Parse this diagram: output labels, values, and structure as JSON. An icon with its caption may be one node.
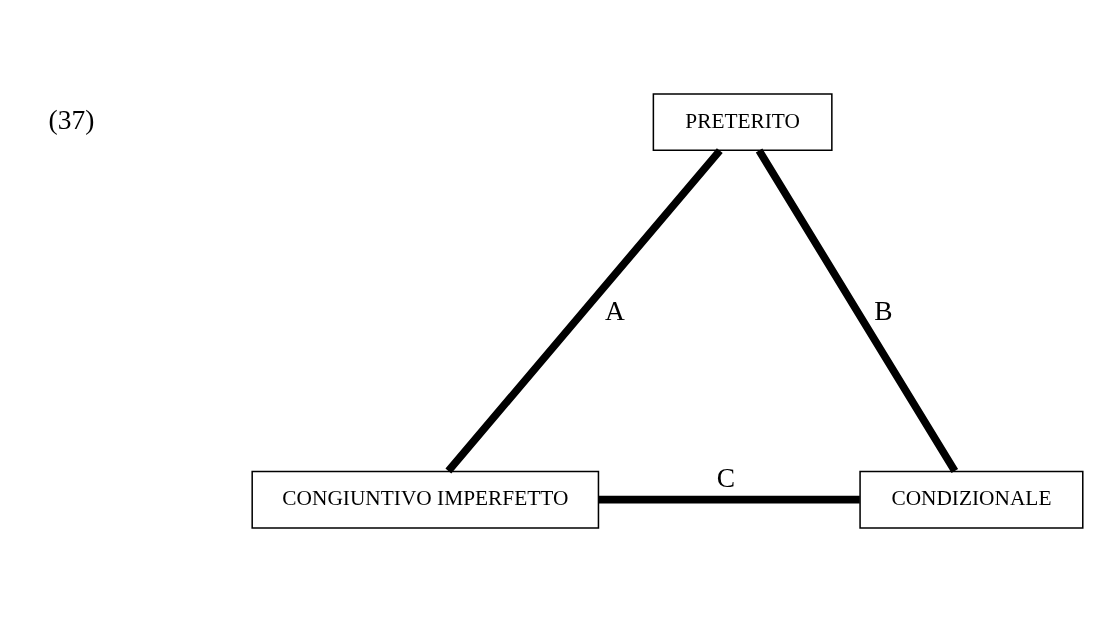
{
  "diagram": {
    "nodes": [
      {
        "text": [
          "PRETERITO"
        ]
      },
      {
        "text": [
          "CONGIUNTIVO IMPERFETTO"
        ]
      },
      {
        "text": [
          "CONDIZIONALE"
        ]
      }
    ],
    "edges": [
      {
        "from": 0,
        "to": 1,
        "arrow": "none",
        "label": "A"
      },
      {
        "from": 0,
        "to": 2,
        "arrow": "none",
        "label": "B"
      },
      {
        "from": 1,
        "to": 2,
        "arrow": "none",
        "label": "C"
      }
    ],
    "labels": [
      "(37)"
    ]
  }
}
